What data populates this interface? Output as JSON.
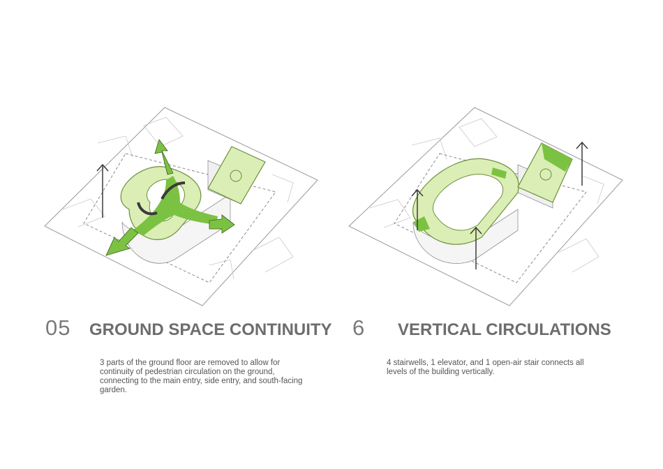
{
  "colors": {
    "accent_green": "#7cc242",
    "light_green": "#dbeeb6",
    "arrow_dark": "#3a3a3a",
    "text_grey": "#6d6d6d"
  },
  "panels": [
    {
      "number": "05",
      "title": "GROUND SPACE CONTINUITY",
      "description_lines": [
        "3 parts of the ground floor are removed to allow for",
        "continuity of pedestrian circulation on the ground,",
        "connecting to the main entry, side entry, and south-facing",
        "garden."
      ]
    },
    {
      "number": "6",
      "title": "VERTICAL CIRCULATIONS",
      "description_lines": [
        "4 stairwells, 1 elevator, and 1 open-air stair connects all",
        "levels of the building vertically."
      ]
    }
  ]
}
